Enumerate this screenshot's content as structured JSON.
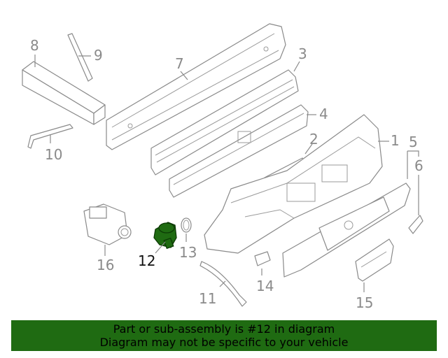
{
  "callouts": {
    "c1": "1",
    "c2": "2",
    "c3": "3",
    "c4": "4",
    "c5": "5",
    "c6": "6",
    "c7": "7",
    "c8": "8",
    "c9": "9",
    "c10": "10",
    "c11": "11",
    "c12": "12",
    "c13": "13",
    "c14": "14",
    "c15": "15",
    "c16": "16"
  },
  "highlighted_part": "12",
  "colors": {
    "highlight": "#1f6b12",
    "linework": "#8a8a8a",
    "banner": "#1f6b12"
  },
  "banner": {
    "line1": "Part or sub-assembly is #12 in diagram",
    "line2": "Diagram may not be specific to your vehicle"
  }
}
